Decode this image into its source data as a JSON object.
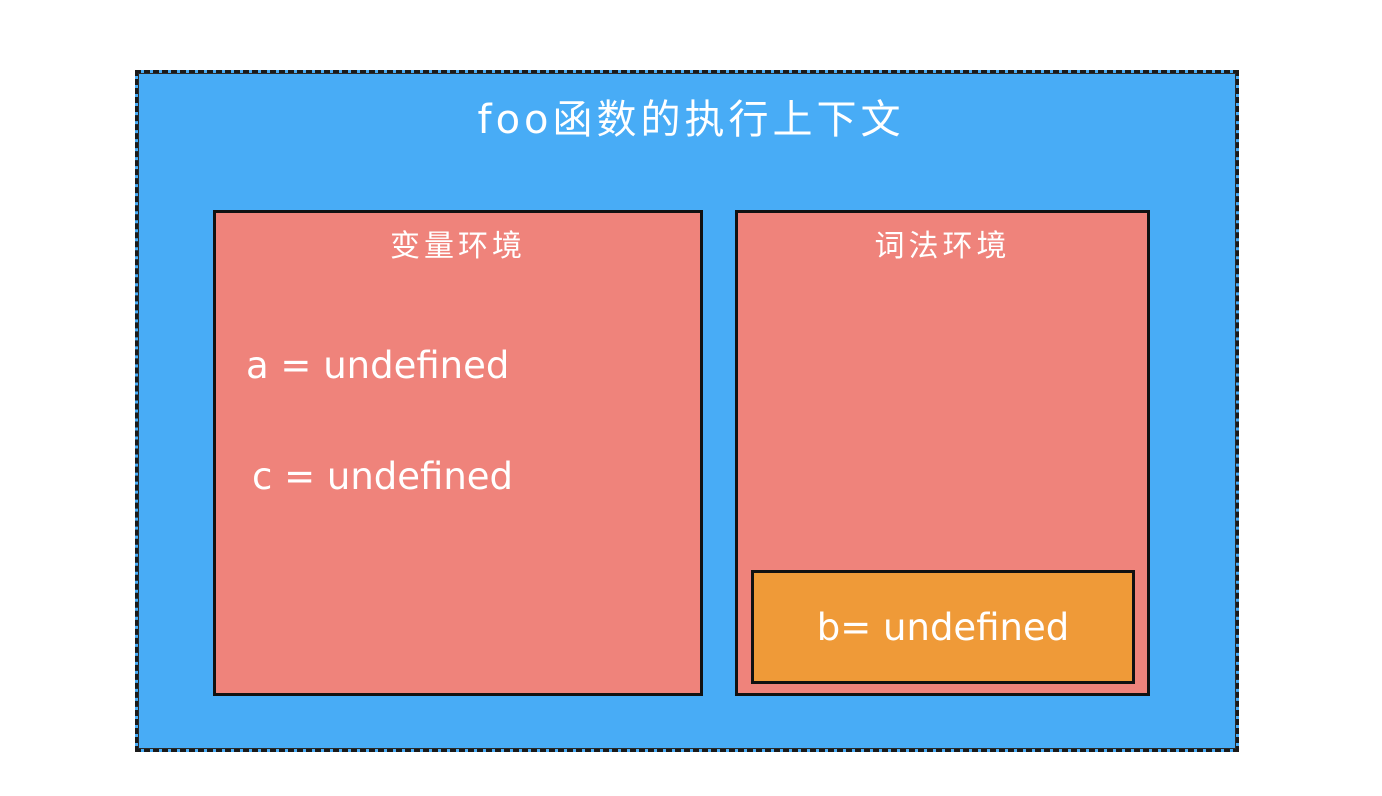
{
  "context": {
    "title": "foo函数的执行上下文"
  },
  "variable_environment": {
    "title": "变量环境",
    "entries": [
      "a = undefined",
      "c = undefined"
    ]
  },
  "lexical_environment": {
    "title": "词法环境",
    "block": {
      "entries": [
        "b= undefined"
      ]
    }
  },
  "colors": {
    "context_background": "#48acf6",
    "environment_background": "#ef837b",
    "block_background": "#ef9a38",
    "text": "#ffffff"
  }
}
